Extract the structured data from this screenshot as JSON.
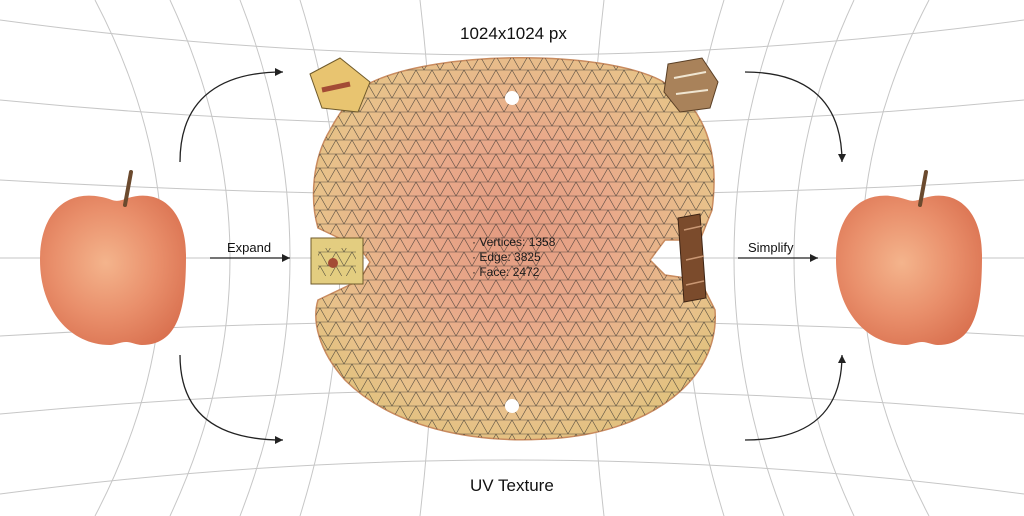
{
  "diagram": {
    "resolution_label": "1024x1024 px",
    "uv_title": "UV Texture",
    "expand_label": "Expand",
    "simplify_label": "Simplify",
    "stats": [
      {
        "label": "Vertices",
        "value": "1358",
        "text": "Vertices: 1358"
      },
      {
        "label": "Edge",
        "value": "3825",
        "text": "Edge: 3825"
      },
      {
        "label": "Face",
        "value": "2472",
        "text": "Face: 2472"
      }
    ]
  }
}
